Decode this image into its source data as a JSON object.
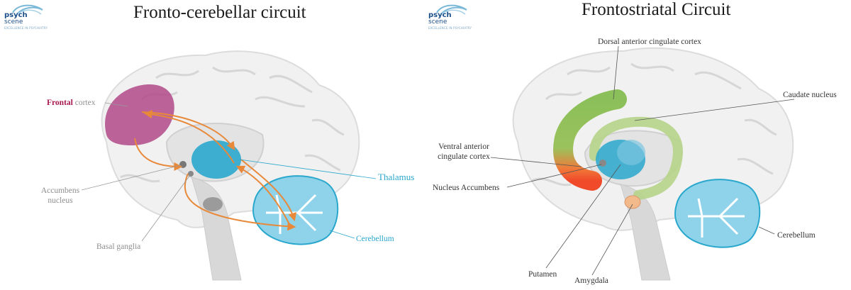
{
  "left": {
    "title": "Fronto-cerebellar circuit",
    "logo": {
      "line1": "psych",
      "line2": "scene",
      "line3": "EXCELLENCE IN PSYCHIATRY"
    },
    "labels": {
      "frontal_highlight": "Frontal",
      "frontal_rest": " cortex",
      "thalamus": "Thalamus",
      "accumbens_line1": "Accumbens",
      "accumbens_line2": "nucleus",
      "basal_ganglia": "Basal ganglia",
      "cerebellum": "Cerebellum"
    },
    "colors": {
      "frontal": "#b14a8a",
      "thalamus": "#2aa7cc",
      "arrows": "#e8893a"
    }
  },
  "right": {
    "title": "Frontostriatal Circuit",
    "logo": {
      "line1": "psych",
      "line2": "scene",
      "line3": "EXCELLENCE IN PSYCHIATRY"
    },
    "labels": {
      "dorsal_acc": "Dorsal anterior cingulate cortex",
      "caudate": "Caudate nucleus",
      "ventral_acc_line1": "Ventral anterior",
      "ventral_acc_line2": "cingulate cortex",
      "nucleus_accumbens": "Nucleus Accumbens",
      "putamen": "Putamen",
      "amygdala": "Amygdala",
      "cerebellum": "Cerebellum"
    },
    "colors": {
      "cingulate": "#8bbf5a",
      "ventral": "#f04a2a",
      "amygdala": "#f2b98a"
    }
  }
}
